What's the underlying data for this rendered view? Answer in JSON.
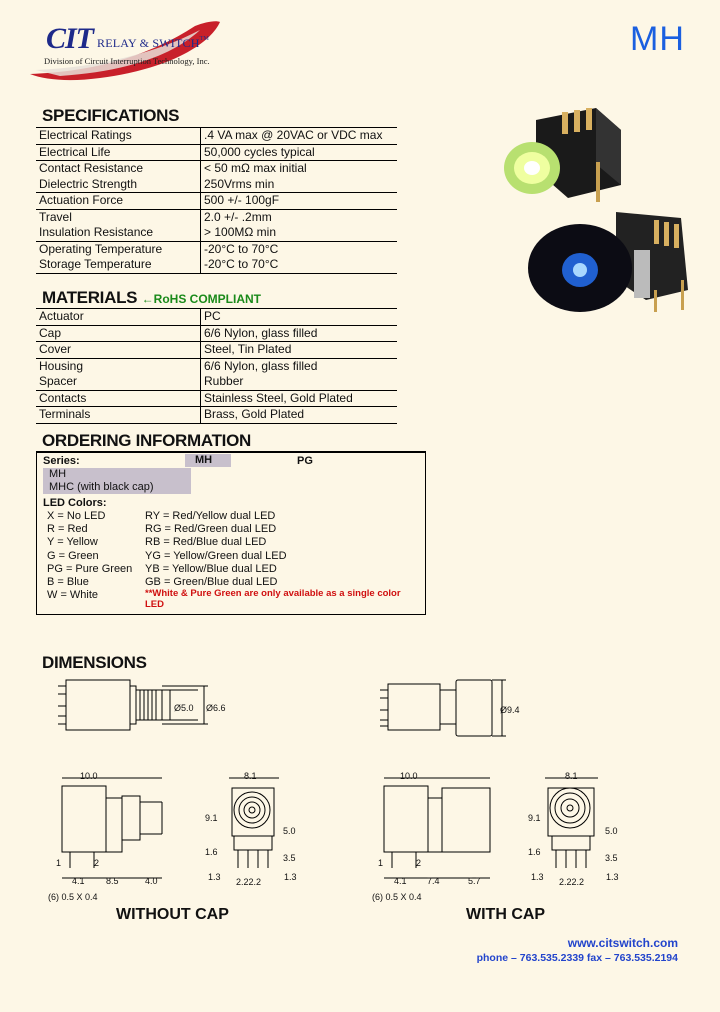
{
  "header": {
    "logo_brand": "CIT",
    "logo_line": "RELAY & SWITCH",
    "logo_tm": "TM",
    "logo_division": "Division of Circuit Interruption Technology, Inc.",
    "series_code": "MH"
  },
  "specifications": {
    "title": "SPECIFICATIONS",
    "rows": [
      [
        "Electrical Ratings",
        ".4 VA max @ 20VAC or VDC max"
      ],
      [
        "Electrical Life",
        "50,000 cycles typical"
      ],
      [
        "Contact Resistance",
        "< 50 mΩ max initial"
      ],
      [
        "Dielectric Strength",
        "250Vrms min"
      ],
      [
        "Actuation Force",
        "500 +/- 100gF"
      ],
      [
        "Travel",
        "2.0 +/- .2mm"
      ],
      [
        "Insulation Resistance",
        "> 100MΩ min"
      ],
      [
        "Operating Temperature",
        "-20°C  to  70°C"
      ],
      [
        "Storage Temperature",
        "-20°C  to  70°C"
      ]
    ]
  },
  "materials": {
    "title": "MATERIALS",
    "rohs": "←RoHS COMPLIANT",
    "rows": [
      [
        "Actuator",
        "PC"
      ],
      [
        "Cap",
        "6/6 Nylon, glass filled"
      ],
      [
        "Cover",
        "Steel, Tin Plated"
      ],
      [
        "Housing",
        "6/6 Nylon, glass filled"
      ],
      [
        "Spacer",
        "Rubber"
      ],
      [
        "Contacts",
        "Stainless Steel, Gold Plated"
      ],
      [
        "Terminals",
        "Brass, Gold Plated"
      ]
    ]
  },
  "ordering": {
    "title": "ORDERING INFORMATION",
    "series_label": "Series:",
    "series_code": "MH",
    "example_code": "PG",
    "series_items": [
      "MH",
      "MHC  (with black cap)"
    ],
    "led_label": "LED Colors:",
    "led_left": [
      "X = No LED",
      "R = Red",
      "Y = Yellow",
      "G = Green",
      "PG = Pure Green",
      "B = Blue",
      "W = White"
    ],
    "led_right": [
      "RY = Red/Yellow dual LED",
      "RG = Red/Green dual LED",
      "RB = Red/Blue dual LED",
      "YG = Yellow/Green dual LED",
      "YB = Yellow/Blue dual LED",
      "GB = Green/Blue dual LED"
    ],
    "note": "**White & Pure Green are only available as a single color LED"
  },
  "dimensions": {
    "title": "DIMENSIONS",
    "left_top": [
      "Ø5.0",
      "Ø6.6"
    ],
    "right_top": [
      "Ø9.4"
    ],
    "left": {
      "w10": "10.0",
      "w81": "8.1",
      "h91": "9.1",
      "h50": "5.0",
      "h16": "1.6",
      "h35": "3.5",
      "h13a": "1.3",
      "h13b": "1.3",
      "pitch": "2.22.2",
      "p1": "1",
      "p2": "2",
      "d41": "4.1",
      "d85": "8.5",
      "d40": "4.0",
      "pin": "(6) 0.5 X 0.4"
    },
    "right": {
      "w10": "10.0",
      "w81": "8.1",
      "h91": "9.1",
      "h50": "5.0",
      "h16": "1.6",
      "h35": "3.5",
      "h13a": "1.3",
      "h13b": "1.3",
      "pitch": "2.22.2",
      "p1": "1",
      "p2": "2",
      "d41": "4.1",
      "d74": "7.4",
      "d57": "5.7",
      "pin": "(6) 0.5 X 0.4"
    },
    "caption_left": "WITHOUT CAP",
    "caption_right": "WITH CAP"
  },
  "footer": {
    "website": "www.citswitch.com",
    "phone": "phone – 763.535.2339  fax – 763.535.2194"
  },
  "colors": {
    "accent": "#1a5fe0",
    "rohs": "#1a8a1a",
    "note": "#d01010",
    "background": "#fdf7e6"
  }
}
